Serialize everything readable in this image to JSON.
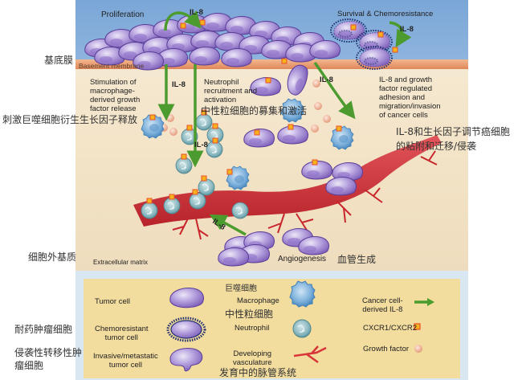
{
  "figure": {
    "regions": {
      "basement_membrane": "Basement membrane",
      "extracellular_matrix": "Extracellular matrix"
    },
    "processes": {
      "proliferation": "Proliferation",
      "survival": "Survival & Chemoresistance",
      "macrophage": [
        "Stimulation of",
        "macrophage-",
        "derived growth",
        "factor release"
      ],
      "neutrophil": [
        "Neutrophil",
        "recruitment and",
        "activation"
      ],
      "adhesion": [
        "IL-8 and growth",
        "factor regulated",
        "adhesion and",
        "migration/invasion",
        "of cancer cells"
      ],
      "angiogenesis": "Angiogenesis"
    },
    "il8_label": "IL-8"
  },
  "translations": {
    "basement_membrane": "基底膜",
    "macrophage_release": "刺激巨噬细胞衍生生长因子释放",
    "neutrophil_recruitment": "中性粒细胞的募集和激活",
    "adhesion_line1": "IL-8和生长因子调节癌细胞",
    "adhesion_line2": "的粘附和迁移/侵袭",
    "extracellular_matrix": "细胞外基质",
    "angiogenesis": "血管生成",
    "chemoresistant": "耐药肿瘤细胞",
    "invasive_line1": "侵袭性转移性肿",
    "invasive_line2": "瘤细胞",
    "macrophage": "巨噬细胞",
    "neutrophil": "中性粒细胞",
    "vasculature": "发育中的脉管系统"
  },
  "legend": {
    "tumor_cell": "Tumor cell",
    "chemoresistant": [
      "Chemoresistant",
      "tumor cell"
    ],
    "invasive": [
      "Invasive/metastatic",
      "tumor cell"
    ],
    "macrophage": "Macrophage",
    "neutrophil": "Neutrophil",
    "vasculature": [
      "Developing",
      "vasculature"
    ],
    "il8": [
      "Cancer cell-",
      "derived IL-8"
    ],
    "receptor": "CXCR1/CXCR2",
    "growth_factor": "Growth factor"
  },
  "colors": {
    "lumen": "#7aa6d6",
    "membrane": "#e0875a",
    "stroma": "#f3e3c6",
    "legend_bg": "#f2dc9e",
    "tumor": "#a58fcf",
    "macrophage": "#6fa7d4",
    "neutrophil": "#7fb0b8",
    "vessel": "#d8353a",
    "arrow": "#4b9b2f",
    "receptor": "#f6b21a",
    "growth_factor": "#f0b39a"
  }
}
